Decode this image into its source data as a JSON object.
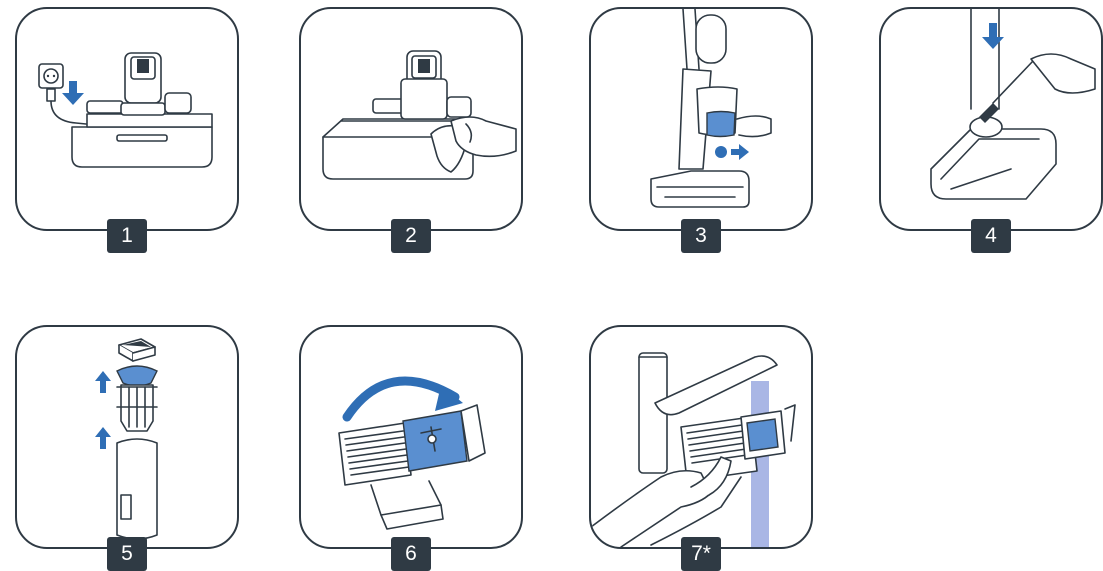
{
  "steps": [
    {
      "label": "1",
      "icon": "dock-plug-icon"
    },
    {
      "label": "2",
      "icon": "tray-wipe-icon"
    },
    {
      "label": "3",
      "icon": "tank-remove-icon"
    },
    {
      "label": "4",
      "icon": "brush-clean-icon"
    },
    {
      "label": "5",
      "icon": "filter-disassemble-icon"
    },
    {
      "label": "6",
      "icon": "filter-rotate-icon"
    },
    {
      "label": "7*",
      "icon": "filter-rinse-icon"
    }
  ],
  "colors": {
    "frame": "#2f3a44",
    "accent": "#2f6eb5",
    "water": "#9aa9e0"
  }
}
